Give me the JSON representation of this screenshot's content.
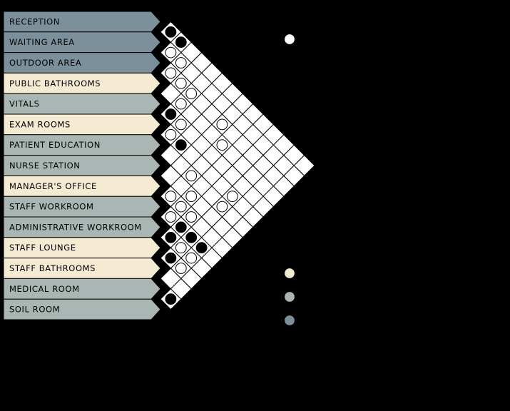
{
  "rooms": [
    {
      "label": "RECEPTION",
      "zone": "zone_3"
    },
    {
      "label": "WAITING AREA",
      "zone": "zone_3"
    },
    {
      "label": "OUTDOOR AREA",
      "zone": "zone_3"
    },
    {
      "label": "PUBLIC BATHROOMS",
      "zone": "zone_1"
    },
    {
      "label": "VITALS",
      "zone": "zone_2"
    },
    {
      "label": "EXAM ROOMS",
      "zone": "zone_1"
    },
    {
      "label": "PATIENT EDUCATION",
      "zone": "zone_2"
    },
    {
      "label": "NURSE STATION",
      "zone": "zone_2"
    },
    {
      "label": "MANAGER'S OFFICE",
      "zone": "zone_1"
    },
    {
      "label": "STAFF WORKROOM",
      "zone": "zone_2"
    },
    {
      "label": "ADMINISTRATIVE WORKROOM",
      "zone": "zone_2"
    },
    {
      "label": "STAFF LOUNGE",
      "zone": "zone_1"
    },
    {
      "label": "STAFF BATHROOMS",
      "zone": "zone_1"
    },
    {
      "label": "MEDICAL ROOM",
      "zone": "zone_2"
    },
    {
      "label": "SOIL ROOM",
      "zone": "zone_2"
    }
  ],
  "zone_colors": {
    "zone_1": "#f5ead2",
    "zone_2": "#a9b6b3",
    "zone_3": "#7c909b"
  },
  "colors": {
    "open_marker": "#ffffff",
    "filled_marker": "#000000",
    "grid_fill": "#ffffff",
    "grid_line": "#000000"
  },
  "relationships": [
    {
      "from": 0,
      "to": 1,
      "type": "filled"
    },
    {
      "from": 1,
      "to": 2,
      "type": "open"
    },
    {
      "from": 2,
      "to": 3,
      "type": "open"
    },
    {
      "from": 0,
      "to": 2,
      "type": "filled"
    },
    {
      "from": 1,
      "to": 3,
      "type": "open"
    },
    {
      "from": 2,
      "to": 4,
      "type": "open"
    },
    {
      "from": 2,
      "to": 5,
      "type": "open"
    },
    {
      "from": 3,
      "to": 5,
      "type": "open"
    },
    {
      "from": 2,
      "to": 8,
      "type": "open"
    },
    {
      "from": 3,
      "to": 9,
      "type": "open"
    },
    {
      "from": 4,
      "to": 5,
      "type": "filled"
    },
    {
      "from": 4,
      "to": 6,
      "type": "open"
    },
    {
      "from": 5,
      "to": 6,
      "type": "open"
    },
    {
      "from": 5,
      "to": 7,
      "type": "filled"
    },
    {
      "from": 6,
      "to": 9,
      "type": "open"
    },
    {
      "from": 8,
      "to": 9,
      "type": "open"
    },
    {
      "from": 9,
      "to": 10,
      "type": "open"
    },
    {
      "from": 9,
      "to": 11,
      "type": "filled"
    },
    {
      "from": 10,
      "to": 11,
      "type": "filled"
    },
    {
      "from": 11,
      "to": 12,
      "type": "filled"
    },
    {
      "from": 10,
      "to": 12,
      "type": "open"
    },
    {
      "from": 8,
      "to": 11,
      "type": "open"
    },
    {
      "from": 9,
      "to": 12,
      "type": "filled"
    },
    {
      "from": 10,
      "to": 13,
      "type": "open"
    },
    {
      "from": 11,
      "to": 13,
      "type": "open"
    },
    {
      "from": 8,
      "to": 10,
      "type": "open"
    },
    {
      "from": 7,
      "to": 10,
      "type": "open"
    },
    {
      "from": 9,
      "to": 13,
      "type": "filled"
    },
    {
      "from": 13,
      "to": 14,
      "type": "filled"
    },
    {
      "from": 6,
      "to": 12,
      "type": "open"
    },
    {
      "from": 5,
      "to": 12,
      "type": "open"
    }
  ],
  "legend": [
    {
      "marker": "open_marker"
    },
    {
      "marker": "zone_1"
    },
    {
      "marker": "zone_2"
    },
    {
      "marker": "zone_3"
    }
  ]
}
